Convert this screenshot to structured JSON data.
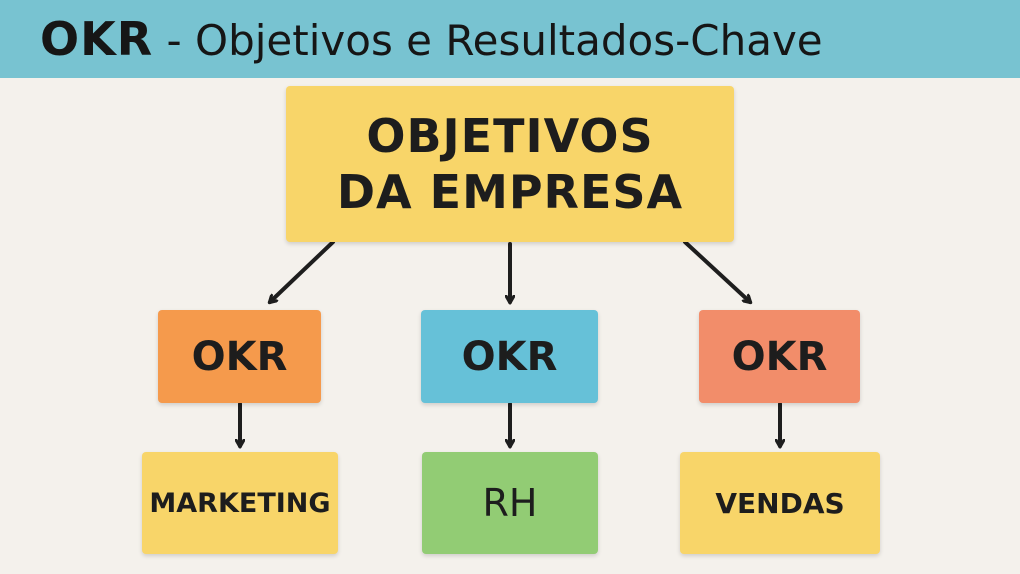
{
  "header": {
    "title_strong": "OKR",
    "title_rest": " - Objetivos e Resultados-Chave",
    "background": "#78c3d1"
  },
  "diagram": {
    "root": {
      "label": "OBJETIVOS DA EMPRESA",
      "color": "#f8d569"
    },
    "okr_nodes": [
      {
        "label": "OKR",
        "color": "#f59a4c"
      },
      {
        "label": "OKR",
        "color": "#66c1d8"
      },
      {
        "label": "OKR",
        "color": "#f28d6a"
      }
    ],
    "team_nodes": [
      {
        "label": "MARKETING",
        "color": "#f8d569"
      },
      {
        "label": "RH",
        "color": "#92cc74"
      },
      {
        "label": "VENDAS",
        "color": "#f8d569"
      }
    ],
    "edges": [
      {
        "from": "OBJETIVOS DA EMPRESA",
        "to": "OKR (1)"
      },
      {
        "from": "OBJETIVOS DA EMPRESA",
        "to": "OKR (2)"
      },
      {
        "from": "OBJETIVOS DA EMPRESA",
        "to": "OKR (3)"
      },
      {
        "from": "OKR (1)",
        "to": "MARKETING"
      },
      {
        "from": "OKR (2)",
        "to": "RH"
      },
      {
        "from": "OKR (3)",
        "to": "VENDAS"
      }
    ]
  }
}
